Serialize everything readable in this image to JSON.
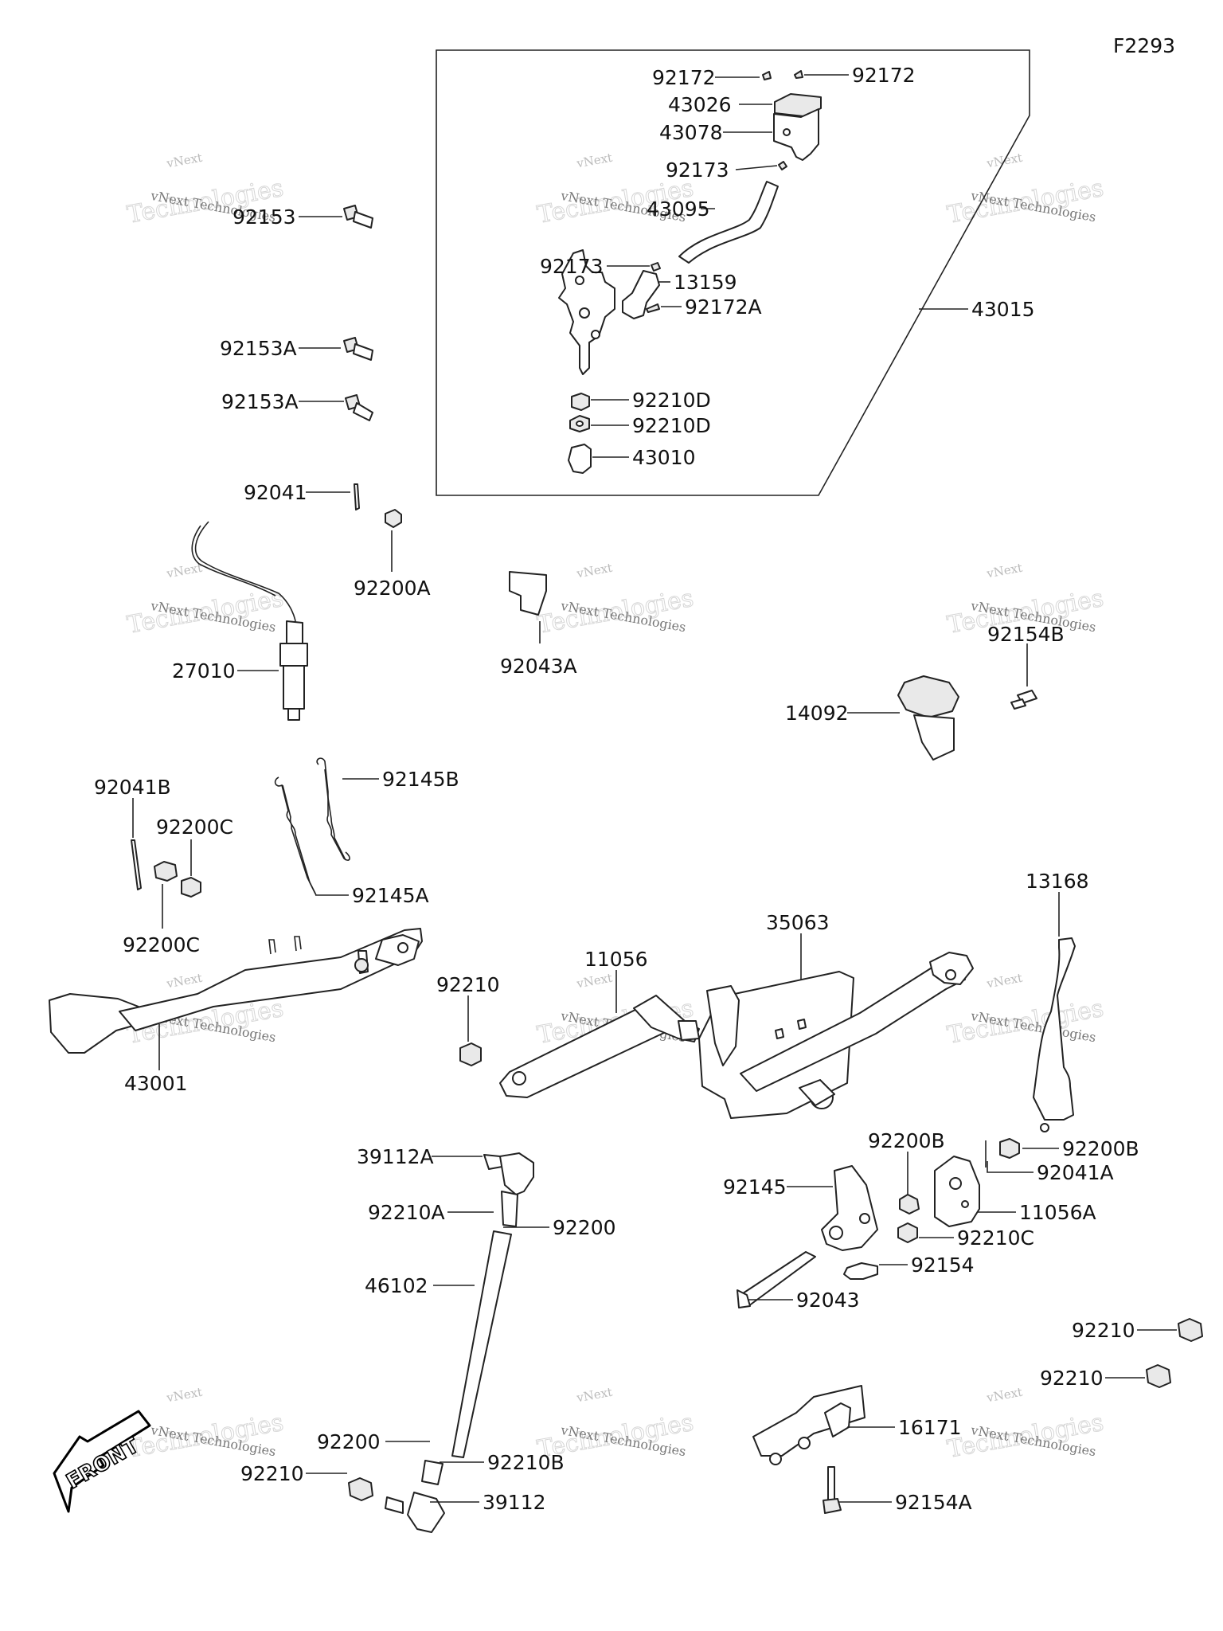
{
  "ref_code": "F2293",
  "front_label": "FRONT",
  "watermark": {
    "line1": "vNext",
    "line2": "Technologies",
    "line3": "vNext Technologies"
  },
  "labels": {
    "92172_l": "92172",
    "92172_r": "92172",
    "43026": "43026",
    "43078": "43078",
    "92173_top": "92173",
    "43095": "43095",
    "92173_mid": "92173",
    "13159": "13159",
    "92172A": "92172A",
    "43015": "43015",
    "92210D_a": "92210D",
    "92210D_b": "92210D",
    "43010": "43010",
    "92153": "92153",
    "92153A_a": "92153A",
    "92153A_b": "92153A",
    "92041": "92041",
    "92200A": "92200A",
    "92043A": "92043A",
    "27010": "27010",
    "92154B": "92154B",
    "14092": "14092",
    "92041B": "92041B",
    "92200C_top": "92200C",
    "92145B": "92145B",
    "92145A": "92145A",
    "92200C_bot": "92200C",
    "13168": "13168",
    "35063": "35063",
    "11056": "11056",
    "92210_mid": "92210",
    "43001": "43001",
    "39112A": "39112A",
    "92210A": "92210A",
    "92200_top": "92200",
    "46102": "46102",
    "92200B_top": "92200B",
    "92200B_r": "92200B",
    "92041A": "92041A",
    "92145": "92145",
    "11056A": "11056A",
    "92210C": "92210C",
    "92154": "92154",
    "92043": "92043",
    "92210_r1": "92210",
    "92210_r2": "92210",
    "16171": "16171",
    "92200_bot": "92200",
    "92210B": "92210B",
    "92210_bot": "92210",
    "39112": "39112",
    "92154A": "92154A"
  }
}
